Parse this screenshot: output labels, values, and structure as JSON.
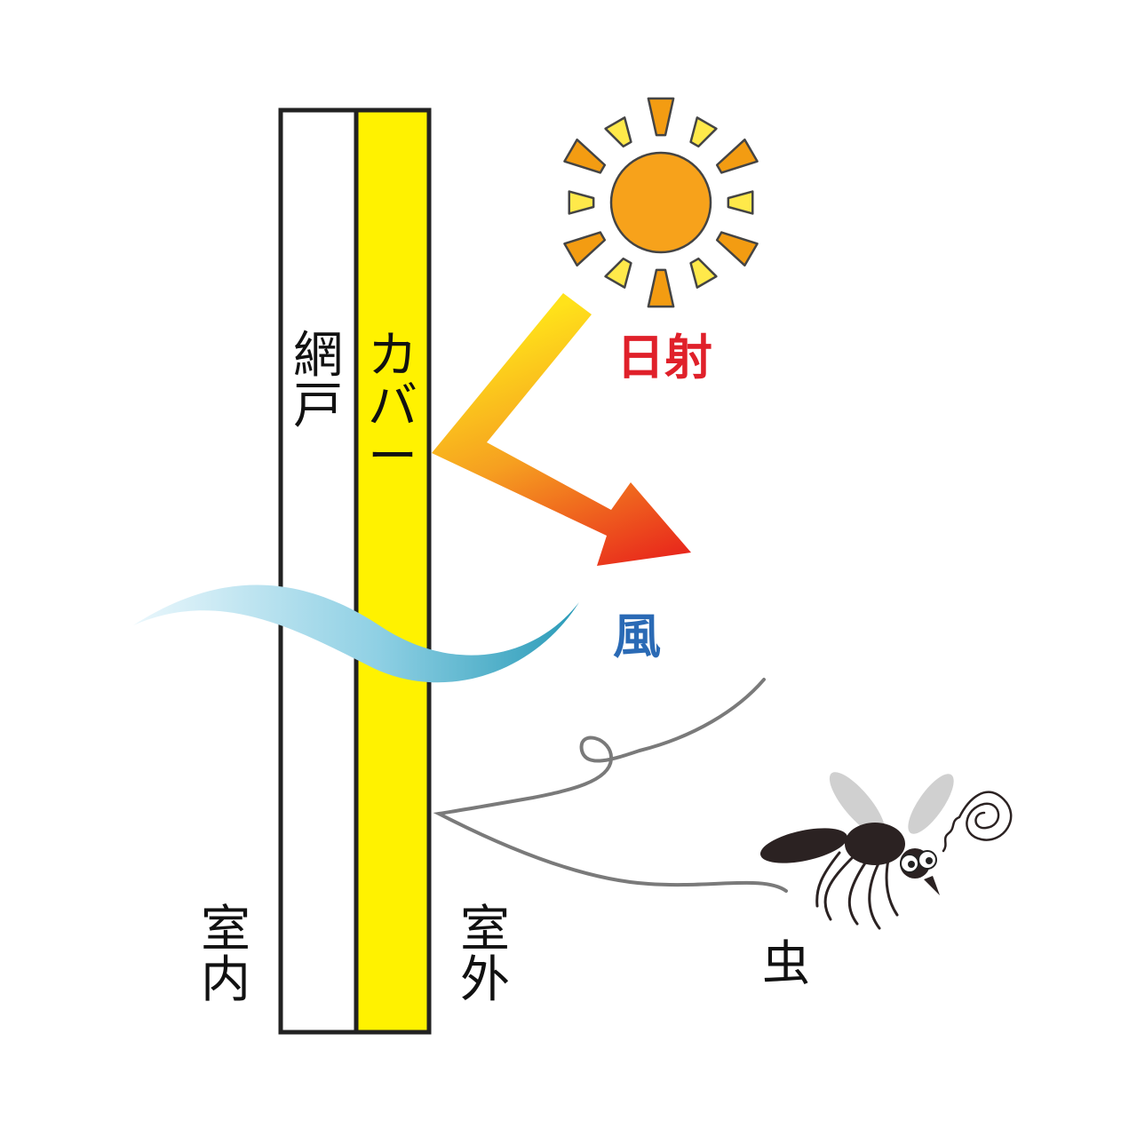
{
  "labels": {
    "screen_door": [
      "網",
      "戸"
    ],
    "cover": [
      "カ",
      "バ",
      "ー"
    ],
    "indoor": [
      "室",
      "内"
    ],
    "outdoor": [
      "室",
      "外"
    ],
    "sunlight": "日射",
    "wind": "風",
    "insect": "虫"
  },
  "colors": {
    "cover_fill": "#fff200",
    "sun_core": "#f7a21b",
    "ray_orange": "#f39c12",
    "ray_yellow": "#ffe94a",
    "arrow_start": "#ffe21a",
    "arrow_end": "#e8261c",
    "wind_light": "#e4f5fb",
    "wind_dark": "#2a9bb8",
    "sunlight_text": "#e0202a",
    "wind_text": "#2a6ab5",
    "outline": "#222222"
  },
  "icons": [
    "sun-icon",
    "reflected-sunlight-arrow",
    "wind-wave",
    "insect-flight-path",
    "mosquito-icon"
  ]
}
